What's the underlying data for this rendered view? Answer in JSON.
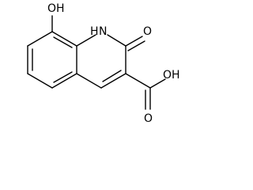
{
  "molecule": {
    "atoms": {
      "hydroxyl": "OH",
      "ring_nh": "H",
      "ring_n": "N",
      "carbonyl_o": "O",
      "acid_oh": "OH",
      "acid_o": "O"
    }
  }
}
